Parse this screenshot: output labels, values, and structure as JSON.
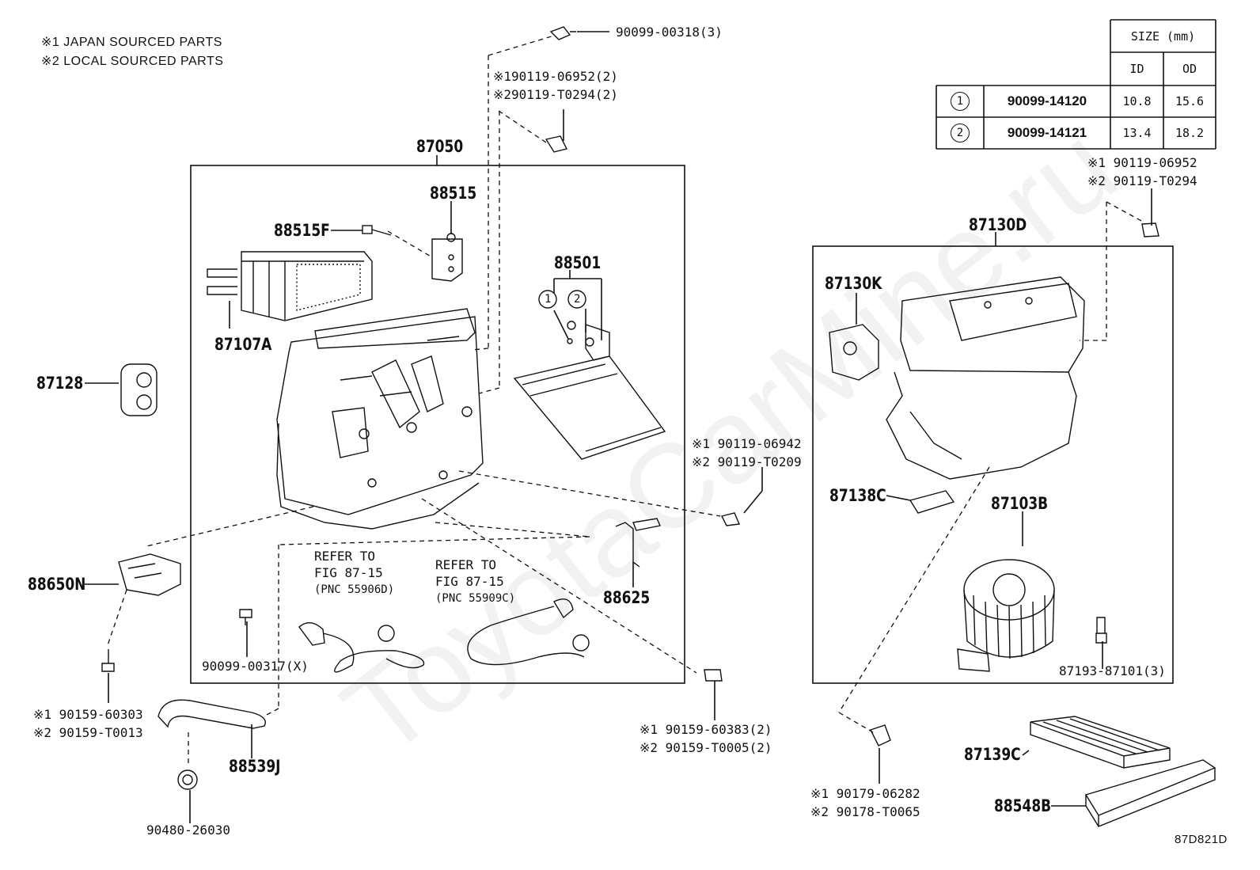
{
  "legend": {
    "line1": "※1 JAPAN SOURCED PARTS",
    "line2": "※2 LOCAL SOURCED PARTS"
  },
  "watermark": "ToyotaCarMine.ru",
  "diagram_code": "87D821D",
  "size_table": {
    "header": "SIZE (mm)",
    "col_id": "ID",
    "col_od": "OD",
    "rows": [
      {
        "marker": "1",
        "part": "90099-14120",
        "id": "10.8",
        "od": "15.6"
      },
      {
        "marker": "2",
        "part": "90099-14121",
        "id": "13.4",
        "od": "18.2"
      }
    ]
  },
  "parts": {
    "p90099_00318": "90099-00318(3)",
    "p190119_06952": "※190119-06952(2)",
    "p290119_t0294": "※290119-T0294(2)",
    "p87050": "87050",
    "p88515": "88515",
    "p88515f": "88515F",
    "p88501": "88501",
    "p87107a": "87107A",
    "p87128": "87128",
    "p88650n": "88650N",
    "p88625": "88625",
    "p90099_00317": "90099-00317(X)",
    "ref1_line1": "REFER TO",
    "ref1_line2": "FIG 87-15",
    "ref1_line3": "(PNC 55906D)",
    "ref2_line1": "REFER TO",
    "ref2_line2": "FIG 87-15",
    "ref2_line3": "(PNC 55909C)",
    "p1_90159_60303": "※1 90159-60303",
    "p2_90159_t0013": "※2 90159-T0013",
    "p88539j": "88539J",
    "p90480_26030": "90480-26030",
    "p1_90159_60383": "※1  90159-60383(2)",
    "p2_90159_t0005": "※2  90159-T0005(2)",
    "p1_90119_06942": "※1 90119-06942",
    "p2_90119_t0209": "※2 90119-T0209",
    "p1_90119_06952": "※1 90119-06952",
    "p2_90119_t0294": "※2 90119-T0294",
    "p87130d": "87130D",
    "p87130k": "87130K",
    "p87138c": "87138C",
    "p87103b": "87103B",
    "p87193_87101": "87193-87101(3)",
    "p1_90179_06282": "※1 90179-06282",
    "p2_90178_t0065": "※2 90178-T0065",
    "p87139c": "87139C",
    "p88548b": "88548B",
    "marker1": "1",
    "marker2": "2"
  }
}
